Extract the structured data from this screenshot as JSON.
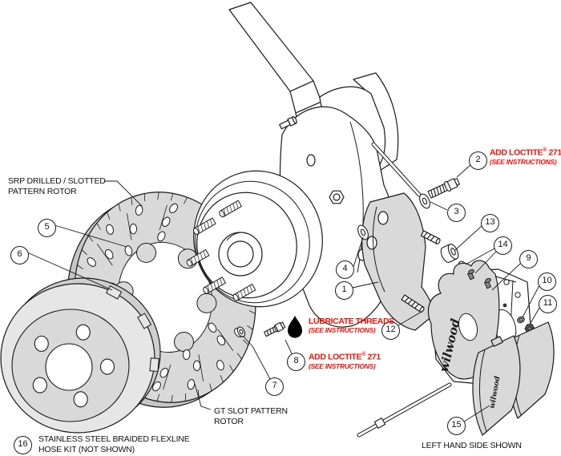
{
  "colors": {
    "line": "#1a1a1a",
    "part_gray": "#d9d9d9",
    "note_red": "#e8120c",
    "background": "#ffffff"
  },
  "callouts": [
    "1",
    "2",
    "3",
    "4",
    "5",
    "6",
    "7",
    "8",
    "9",
    "10",
    "11",
    "12",
    "13",
    "14",
    "15",
    "16"
  ],
  "labels": {
    "srp_line1": "SRP DRILLED / SLOTTED",
    "srp_line2": "PATTERN ROTOR",
    "gt_line1": "GT SLOT PATTERN",
    "gt_line2": "ROTOR",
    "hose_line1": "STAINLESS STEEL BRAIDED FLEXLINE",
    "hose_line2": "HOSE KIT (NOT SHOWN)",
    "side_shown": "LEFT HAND SIDE SHOWN"
  },
  "notes": {
    "loctite_top": {
      "pre": "ADD LOCTITE",
      "reg": "®",
      "post": " 271",
      "sub": "(SEE INSTRUCTIONS)"
    },
    "lubricate": {
      "title": "LUBRICATE THREADS",
      "sub": "(SEE INSTRUCTIONS)"
    },
    "loctite_mid": {
      "pre": "ADD LOCTITE",
      "reg": "®",
      "post": " 271",
      "sub": "(SEE INSTRUCTIONS)"
    }
  },
  "icons": {
    "lubricant_drop": "drop-icon"
  },
  "branding": {
    "caliper_logo": "wilwood",
    "pad_logo": "wilwood"
  }
}
